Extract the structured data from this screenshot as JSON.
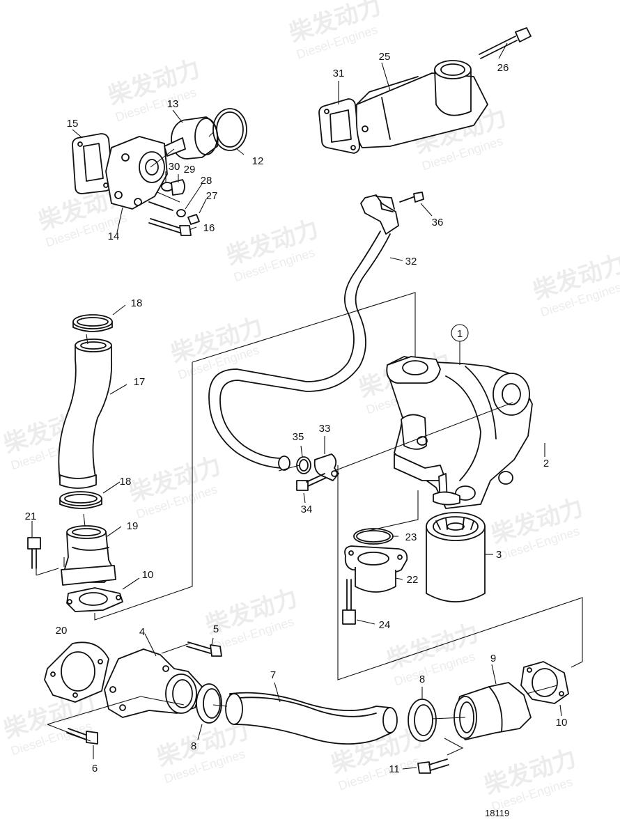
{
  "watermark": {
    "brand": "柴发动力",
    "sub": "Diesel-Engines"
  },
  "figure_number": "18119",
  "callouts": [
    "1",
    "2",
    "3",
    "4",
    "5",
    "6",
    "7",
    "8",
    "8",
    "9",
    "10",
    "10",
    "11",
    "12",
    "13",
    "14",
    "15",
    "16",
    "17",
    "18",
    "18",
    "19",
    "20",
    "21",
    "22",
    "23",
    "24",
    "25",
    "26",
    "27",
    "28",
    "29",
    "30",
    "31",
    "32",
    "33",
    "34",
    "35",
    "36"
  ],
  "components": [
    "water-pump-housing",
    "oil-filter",
    "elbow-pipe",
    "connecting-pipe",
    "outlet-elbow",
    "thermostat-housing",
    "thermostat",
    "coolant-hose",
    "bypass-pipe",
    "gasket",
    "o-ring",
    "bolt",
    "washer",
    "flange",
    "bracket-clip"
  ]
}
